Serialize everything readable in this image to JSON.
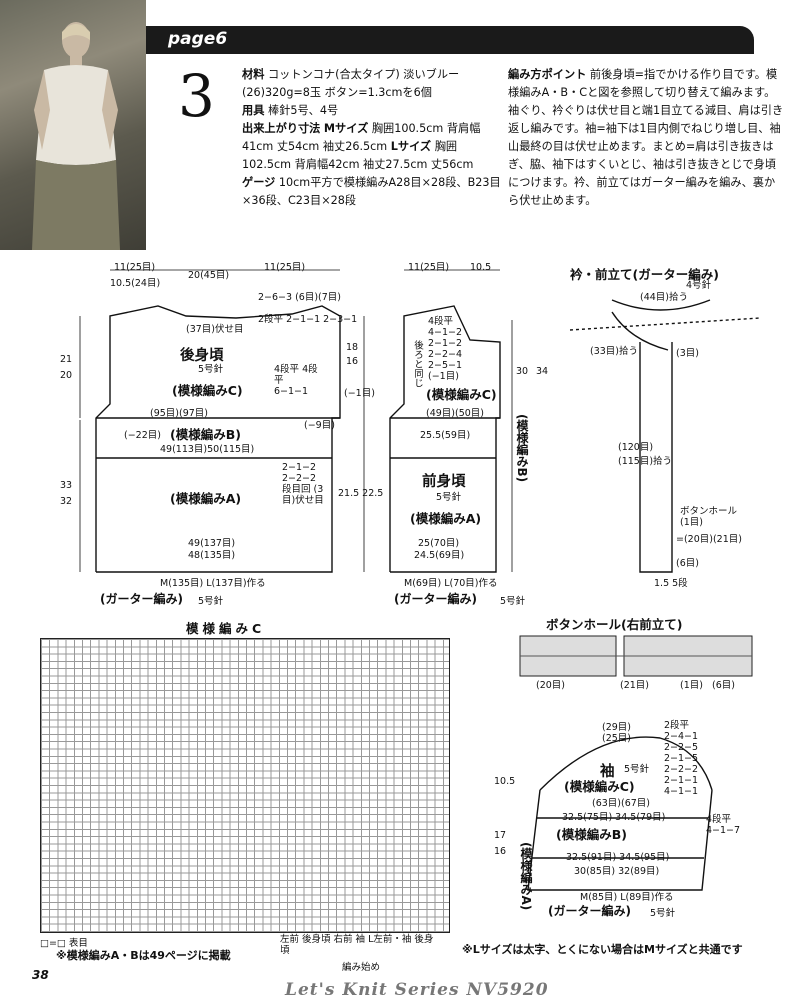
{
  "header": {
    "page_label": "page6",
    "pattern_number": "3"
  },
  "materials": {
    "label": "材料",
    "text": "コットンコナ(合太タイプ) 淡いブルー(26)320g=8玉 ボタン=1.3cmを6個",
    "tools_label": "用具",
    "tools": "棒針5号、4号",
    "size_label": "出来上がり寸法",
    "size_m_label": "Mサイズ",
    "size_m": "胸囲100.5cm 背肩幅41cm 丈54cm 袖丈26.5cm",
    "size_l_label": "Lサイズ",
    "size_l": "胸囲102.5cm 背肩幅42cm 袖丈27.5cm 丈56cm",
    "gauge_label": "ゲージ",
    "gauge": "10cm平方で模様編みA28目×28段、B23目×36段、C23目×28段"
  },
  "points": {
    "label": "編み方ポイント",
    "text": "前後身頃=指でかける作り目です。模様編みA・B・Cと図を参照して切り替えて編みます。袖ぐり、衿ぐりは伏せ目と端1目立てる減目、肩は引き返し編みです。袖=袖下は1目内側でねじり増し目、袖山最終の目は伏せ止めます。まとめ=肩は引き抜きはぎ、脇、袖下はすくいとじ、袖は引き抜きとじで身頃につけます。衿、前立てはガーター編みを編み、裏から伏せ止めます。"
  },
  "back": {
    "title": "後身頃",
    "needle": "5号針",
    "pattern_c": "(模様編みC)",
    "pattern_b": "(模様編みB)",
    "pattern_a": "(模様編みA)",
    "cast_on": "M(135目) L(137目)作る",
    "garter": "(ガーター編み)",
    "garter_needle": "5号針",
    "shoulder_w": "11(25目)",
    "shoulder_w2": "10.5(24目)",
    "neck_w": "20(45目)",
    "neck_bind": "(37目)伏せ目",
    "width_b1": "(95目)(97目)",
    "width_b2": "49(113目)50(115目)",
    "width_a": "49(137目)",
    "width_a2": "48(135目)",
    "dec_minus22": "(−22目)",
    "dec_minus1": "(−1目)",
    "dec_minus9": "(−9目)",
    "armhole": "4段平 4段平 6−1−1",
    "side": "2−1−2 2−2−2 段目回 (3目)伏せ目",
    "neck_rows": "2段平 2−1−1 2−3−1",
    "shoulder_rows": "2−6−3 (6目)(7目)",
    "h_21": "21",
    "h_20": "20",
    "h_33": "33",
    "h_32": "32",
    "h_18": "18",
    "h_16": "16",
    "h_side": "21.5 22.5"
  },
  "front": {
    "title": "前身頃",
    "needle": "5号針",
    "pattern_c": "(模様編みC)",
    "pattern_a": "(模様編みA)",
    "pattern_b_v": "(模様編みB)",
    "same_as_back": "後ろと同じ",
    "width_b": "(49目)(50目)",
    "width_b2": "25.5(59目)",
    "width_a": "25(70目)",
    "width_a2": "24.5(69目)",
    "cast_on": "M(69目) L(70目)作る",
    "garter": "(ガーター編み)",
    "garter_needle": "5号針",
    "shoulder": "11(25目)",
    "neck": "10.5",
    "neck_rows": "4段平 4−1−2 2−1−2 2−2−4 2−5−1 (−1目)",
    "h_30": "30",
    "h_34": "34"
  },
  "collar": {
    "title": "衿・前立て(ガーター編み)",
    "needle": "4号針",
    "pick_neck": "(44目)拾う",
    "pick_33": "(33目)拾う",
    "pick_120": "(120目)",
    "pick_115": "(115目)拾う",
    "buttonhole": "ボタンホール (1目)",
    "bh_count": "=(20目)(21目)",
    "row_3": "(3目)",
    "row_6": "(6目)",
    "h_15": "1.5 5段"
  },
  "buttonhole_chart": {
    "title": "ボタンホール(右前立て)",
    "l1": "(20目)",
    "l2": "(21目)",
    "l3": "(1目)",
    "l4": "(6目)"
  },
  "sleeve": {
    "title": "袖",
    "needle": "5号針",
    "pattern_c": "(模様編みC)",
    "pattern_b": "(模様編みB)",
    "pattern_a": "(模様編みA)",
    "garter": "(ガーター編み)",
    "garter_needle": "5号針",
    "top": "(29目) (25目)",
    "cast_on": "M(85目) L(89目)作る",
    "w_c": "(63目)(67目)",
    "w_b1": "32.5(75目) 34.5(79目)",
    "w_b2": "32.5(91目) 34.5(95目)",
    "w_a": "30(85目) 32(89目)",
    "cap_rows": "2段平 2−4−1 2−2−5 2−1−5 2−2−2 2−1−1 4−1−1",
    "inc_rows": "4段平 4−1−7",
    "h_105": "10.5",
    "h_17": "17",
    "h_16": "16"
  },
  "chart": {
    "title": "模様編みC",
    "legend": "□=□ 表目",
    "note_ab": "※模様編みA・Bは49ページに掲載",
    "cast_label": "編み始め",
    "marks": "左前 後身頃 右前 袖 L左前・袖 後身頃"
  },
  "notes": {
    "l_size": "※Lサイズは太字、とくにない場合はMサイズと共通です"
  },
  "footer": {
    "page_number": "38",
    "series": "Let's Knit Series NV5920"
  }
}
